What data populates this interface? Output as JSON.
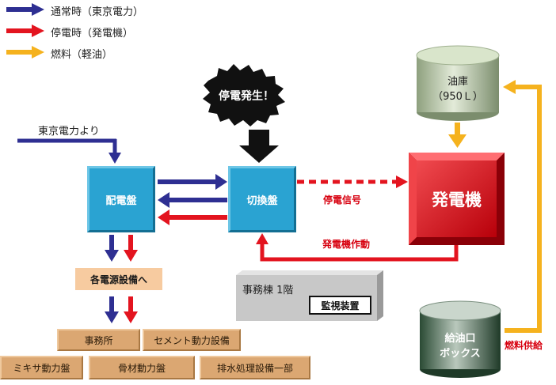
{
  "legend": [
    {
      "label": "通常時（東京電力）",
      "color": "#2e2f92"
    },
    {
      "label": "停電時（発電機）",
      "color": "#e3141f"
    },
    {
      "label": "燃料（軽油）",
      "color": "#f5b21e"
    }
  ],
  "nodes": {
    "outage_burst": "停電発生！",
    "tepco_source": "東京電力より",
    "distribution_panel": "配電盤",
    "switch_panel": "切換盤",
    "generator": "発電機",
    "oil_tank": {
      "line1": "油庫",
      "line2": "（950Ｌ）"
    },
    "oil_box": {
      "line1": "給油口",
      "line2": "ボックス"
    },
    "power_equipment": "各電源設備へ",
    "office_building": "事務棟 1階",
    "monitor_device": "監視装置"
  },
  "edge_labels": {
    "outage_signal": "停電信号",
    "generator_operation": "発電機作動",
    "fuel_supply": "燃料供給"
  },
  "facilities": [
    "事務所",
    "セメント動力設備",
    "ミキサ動力盤",
    "骨材動力盤",
    "排水処理設備一部"
  ]
}
